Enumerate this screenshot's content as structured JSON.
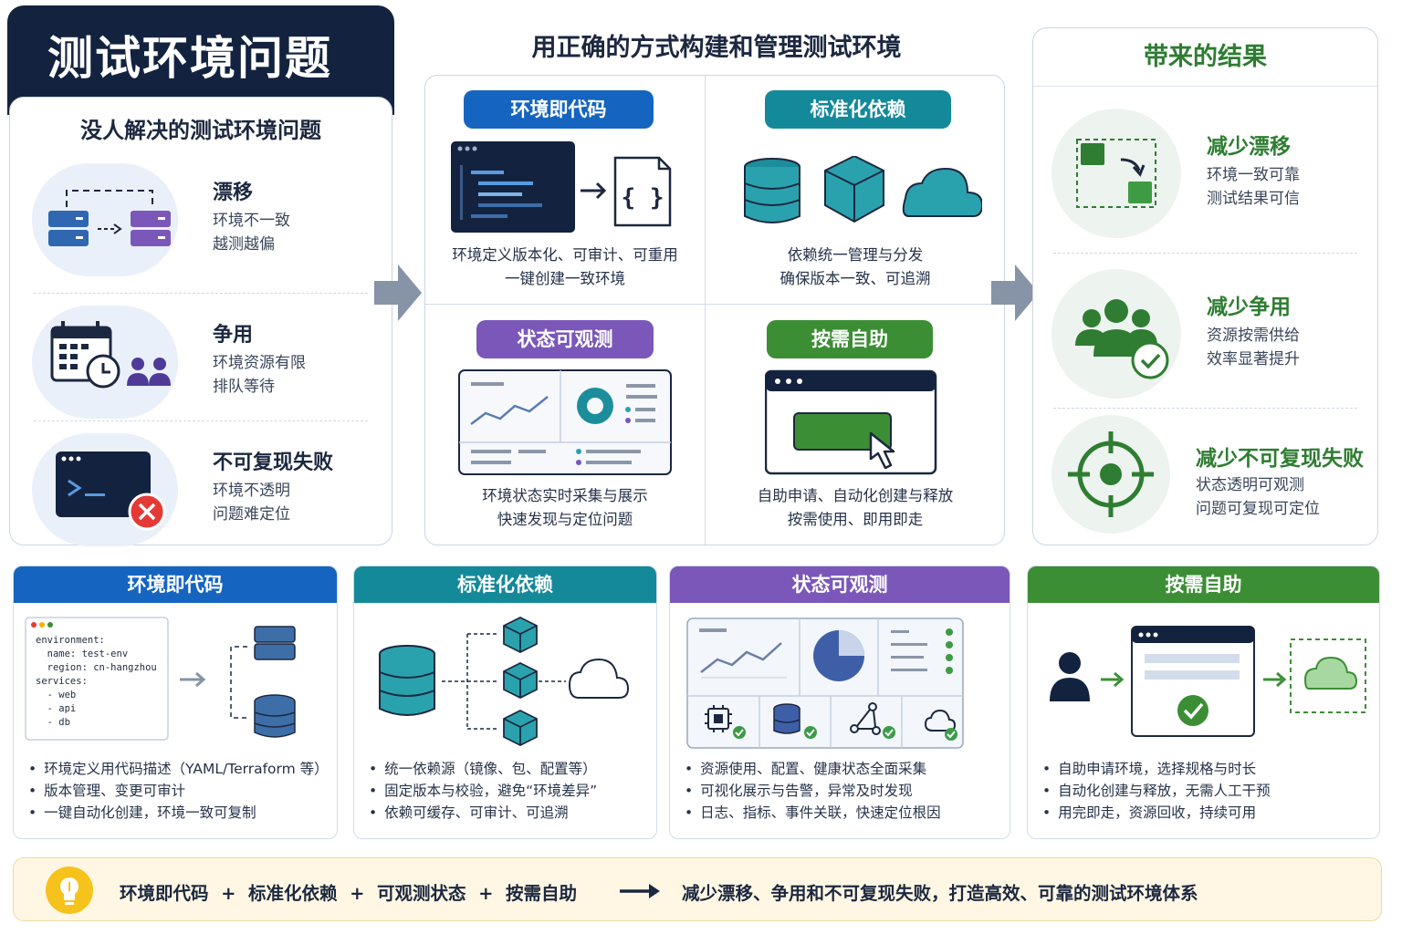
{
  "problems": {
    "title": "测试环境问题",
    "subtitle": "没人解决的测试环境问题",
    "items": [
      {
        "title": "漂移",
        "desc1": "环境不一致",
        "desc2": "越测越偏",
        "icon": "servers-drift-icon"
      },
      {
        "title": "争用",
        "desc1": "环境资源有限",
        "desc2": "排队等待",
        "icon": "calendar-clock-users-icon"
      },
      {
        "title": "不可复现失败",
        "desc1": "环境不透明",
        "desc2": "问题难定位",
        "icon": "terminal-error-icon"
      }
    ]
  },
  "middle": {
    "title": "用正确的方式构建和管理测试环境",
    "quads": [
      {
        "label": "环境即代码",
        "color": "#1565c0",
        "desc1": "环境定义版本化、可审计、可重用",
        "desc2": "一键创建一致环境"
      },
      {
        "label": "标准化依赖",
        "color": "#14899a",
        "desc1": "依赖统一管理与分发",
        "desc2": "确保版本一致、可追溯"
      },
      {
        "label": "状态可观测",
        "color": "#7a57b8",
        "desc1": "环境状态实时采集与展示",
        "desc2": "快速发现与定位问题"
      },
      {
        "label": "按需自助",
        "color": "#3b8e34",
        "desc1": "自助申请、自动化创建与释放",
        "desc2": "按需使用、即用即走"
      }
    ]
  },
  "results": {
    "title": "带来的结果",
    "items": [
      {
        "title": "减少漂移",
        "desc1": "环境一致可靠",
        "desc2": "测试结果可信",
        "icon": "drift-reduce-icon"
      },
      {
        "title": "减少争用",
        "desc1": "资源按需供给",
        "desc2": "效率显著提升",
        "icon": "users-check-icon"
      },
      {
        "title": "减少不可复现失败",
        "desc1": "状态透明可观测",
        "desc2": "问题可复现可定位",
        "icon": "target-icon"
      }
    ]
  },
  "bottom": [
    {
      "title": "环境即代码",
      "color": "#1565c0",
      "code": [
        "environment:",
        "  name: test-env",
        "  region: cn-hangzhou",
        "services:",
        "  - web",
        "  - api",
        "  - db"
      ],
      "bullets": [
        "环境定义用代码描述（YAML/Terraform 等）",
        "版本管理、变更可审计",
        "一键自动化创建，环境一致可复制"
      ]
    },
    {
      "title": "标准化依赖",
      "color": "#14899a",
      "bullets": [
        "统一依赖源（镜像、包、配置等）",
        "固定版本与校验，避免“环境差异”",
        "依赖可缓存、可审计、可追溯"
      ]
    },
    {
      "title": "状态可观测",
      "color": "#7a57b8",
      "bullets": [
        "资源使用、配置、健康状态全面采集",
        "可视化展示与告警，异常及时发现",
        "日志、指标、事件关联，快速定位根因"
      ]
    },
    {
      "title": "按需自助",
      "color": "#3b8e34",
      "bullets": [
        "自助申请环境，选择规格与时长",
        "自动化创建与释放，无需人工干预",
        "用完即走，资源回收，持续可用"
      ]
    }
  ],
  "footer": {
    "formula": "环境即代码  +  标准化依赖  +  可观测状态  +  按需自助",
    "outcome": "减少漂移、争用和不可复现失败，打造高效、可靠的测试环境体系",
    "icon": "lightbulb-icon"
  },
  "colors": {
    "navy": "#13233f",
    "green": "#2e7d32",
    "blue": "#1565c0",
    "teal": "#14899a",
    "purple": "#7a57b8",
    "lime": "#3b8e34"
  }
}
